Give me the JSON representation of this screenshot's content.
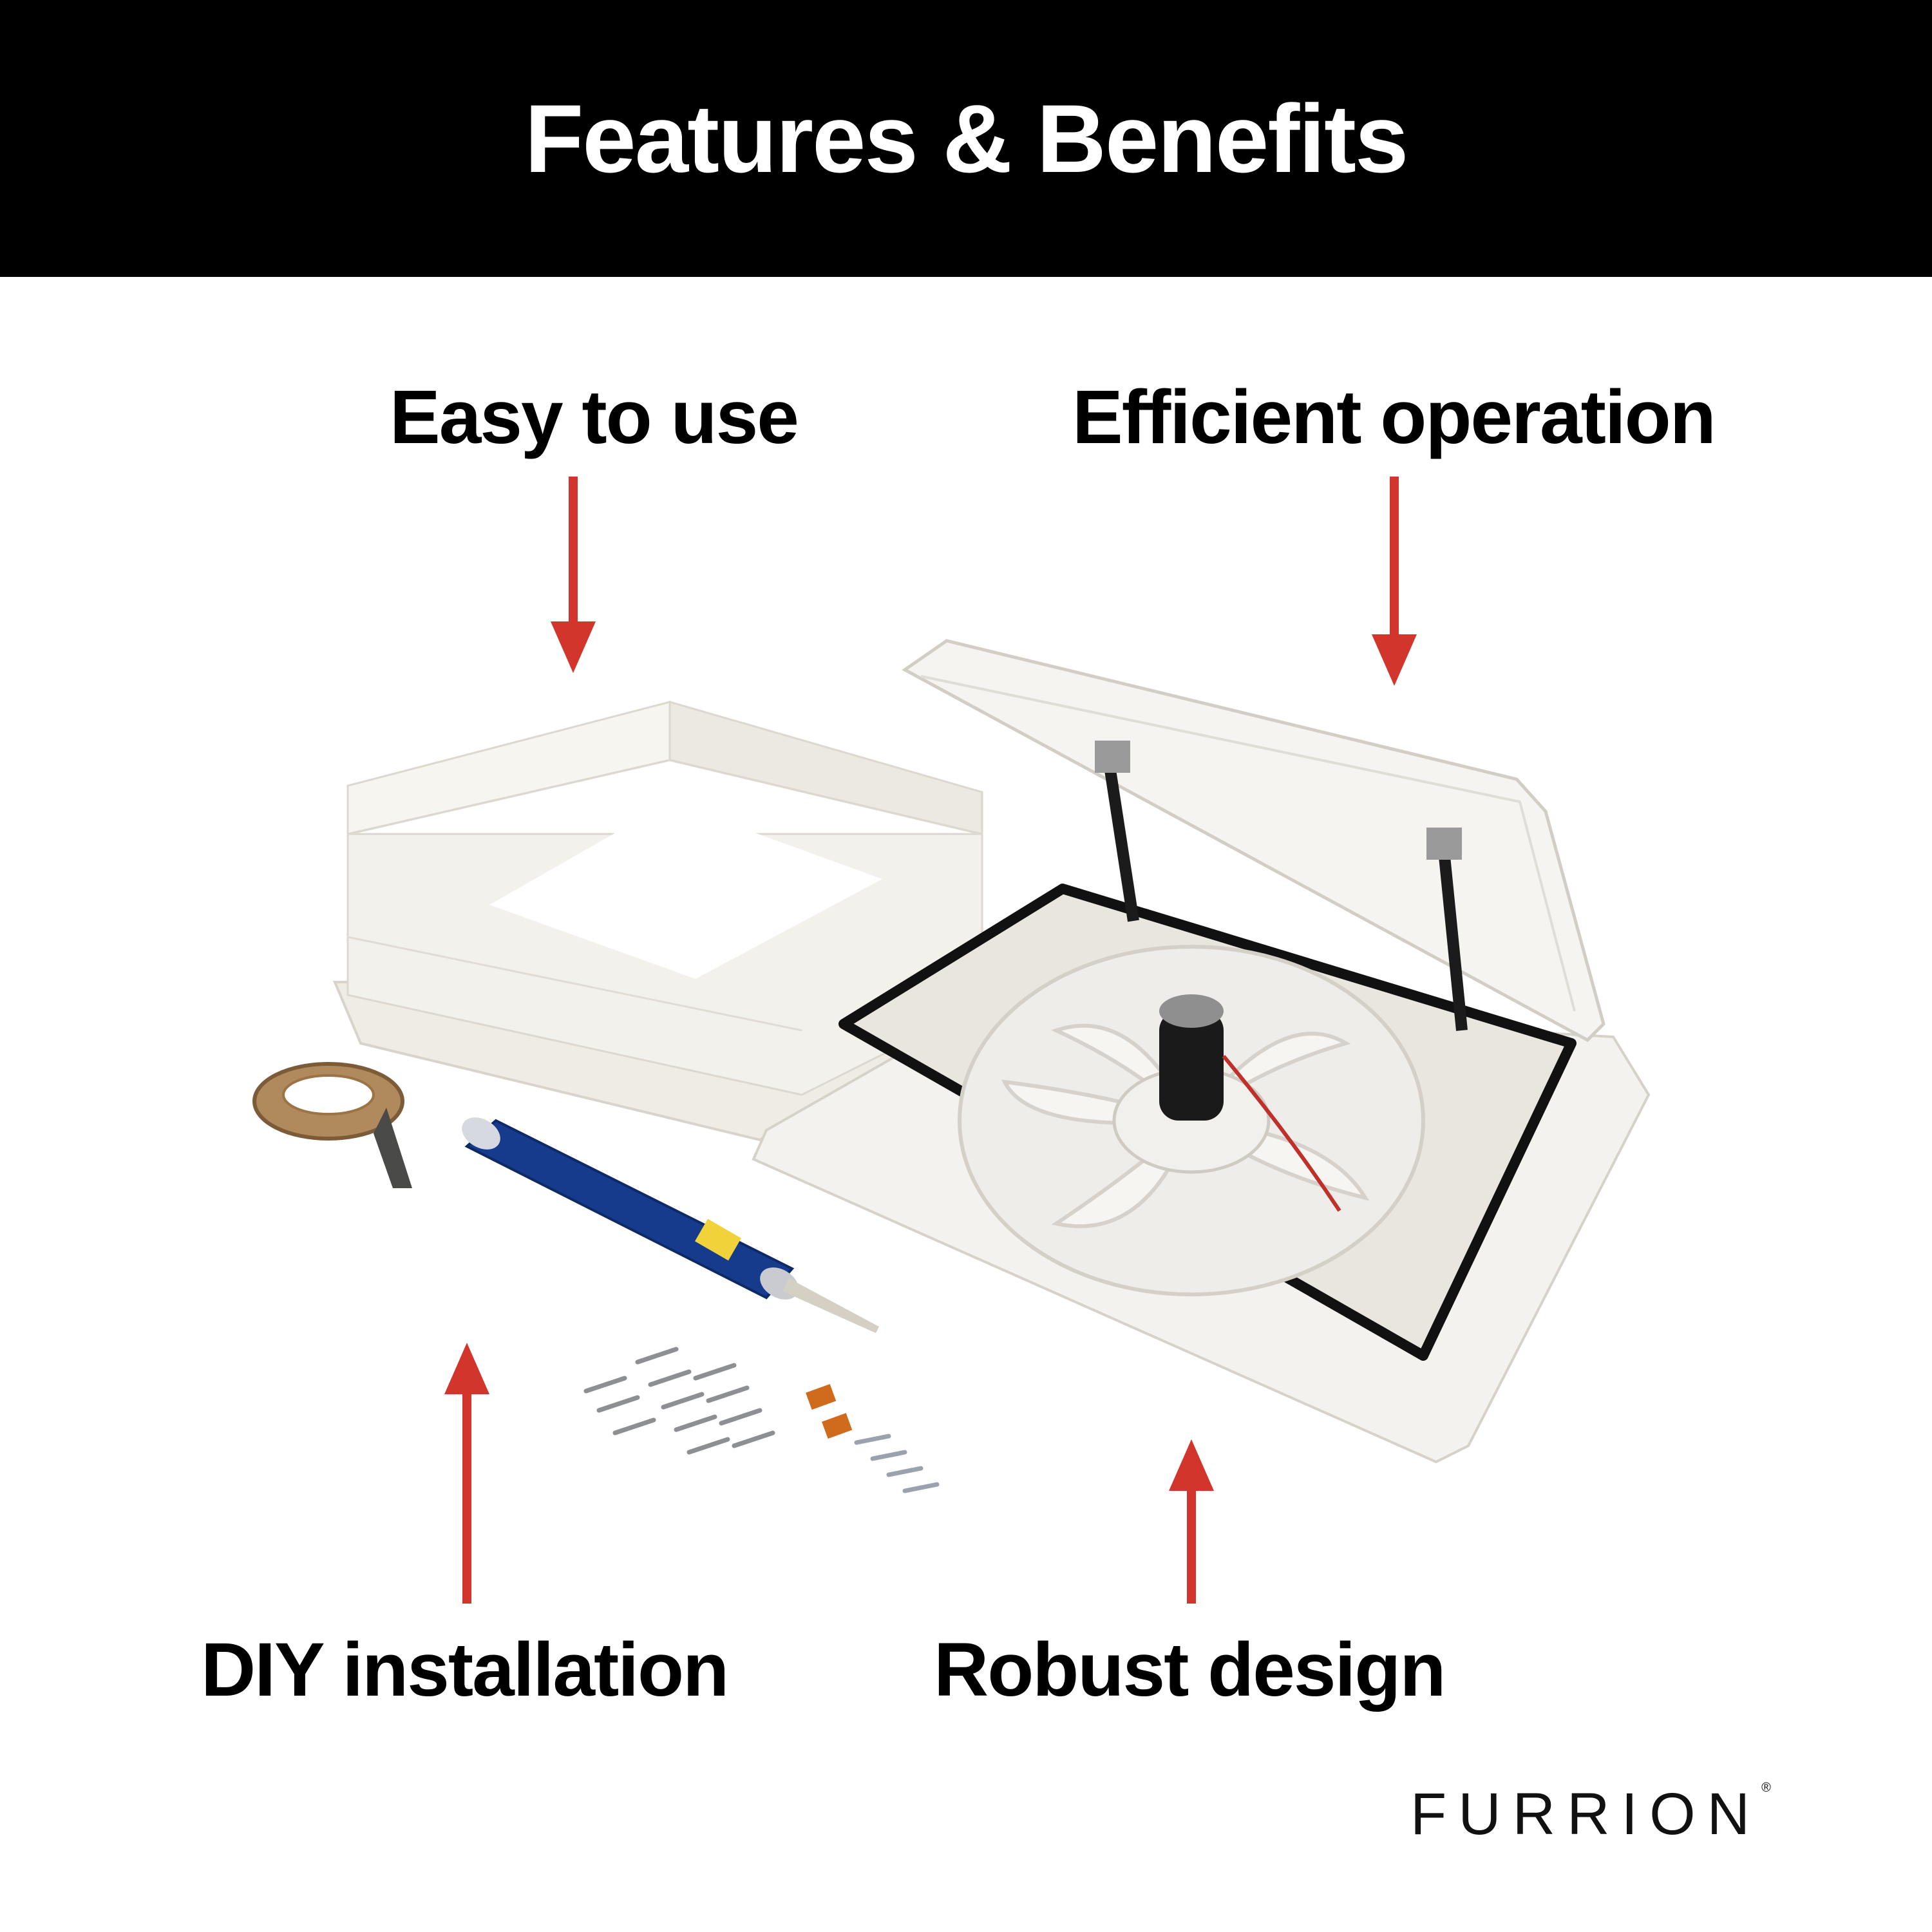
{
  "header": {
    "title": "Features & Benefits"
  },
  "callouts": {
    "top_left": "Easy to use",
    "top_right": "Efficient operation",
    "bottom_left": "DIY installation",
    "bottom_right": "Robust design"
  },
  "brand": {
    "name": "FURRION",
    "mark": "®"
  },
  "colors": {
    "arrow": "#d1352c",
    "header_bg": "#000000",
    "header_text": "#ffffff"
  }
}
